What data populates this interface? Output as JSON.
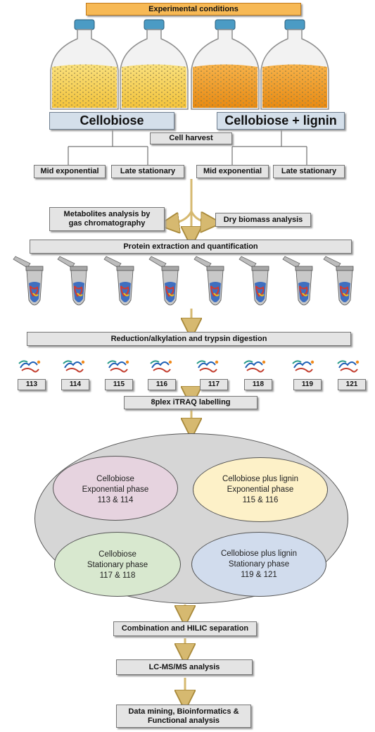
{
  "header": "Experimental conditions",
  "groups": [
    "Cellobiose",
    "Cellobiose + lignin"
  ],
  "cell_harvest": "Cell harvest",
  "phases": [
    "Mid exponential",
    "Late stationary",
    "Mid exponential",
    "Late stationary"
  ],
  "analysis": {
    "metabolites": [
      "Metabolites analysis by",
      "gas chromatography"
    ],
    "biomass": "Dry biomass analysis"
  },
  "protein": "Protein extraction and quantification",
  "digestion": "Reduction/alkylation and trypsin digestion",
  "tags": [
    "113",
    "114",
    "115",
    "116",
    "117",
    "118",
    "119",
    "121"
  ],
  "labelling": "8plex iTRAQ labelling",
  "ovals": [
    {
      "title": "Cellobiose",
      "phase": "Exponential phase",
      "tags": "113 & 114",
      "color": "#e6d3df"
    },
    {
      "title": "Cellobiose plus lignin",
      "phase": "Exponential phase",
      "tags": "115 & 116",
      "color": "#fdf1c8"
    },
    {
      "title": "Cellobiose",
      "phase": "Stationary phase",
      "tags": "117 & 118",
      "color": "#d8e8cf"
    },
    {
      "title": "Cellobiose plus lignin",
      "phase": "Stationary phase",
      "tags": "119 & 121",
      "color": "#d1dced"
    }
  ],
  "steps": {
    "combination": "Combination and HILIC separation",
    "lcms": "LC-MS/MS analysis",
    "mining": [
      "Data mining, Bioinformatics &",
      "Functional analysis"
    ]
  },
  "colors": {
    "arrow": "#d6b970",
    "header_bg": "#f7b955",
    "ellipse_bg": "#d6d6d6"
  }
}
